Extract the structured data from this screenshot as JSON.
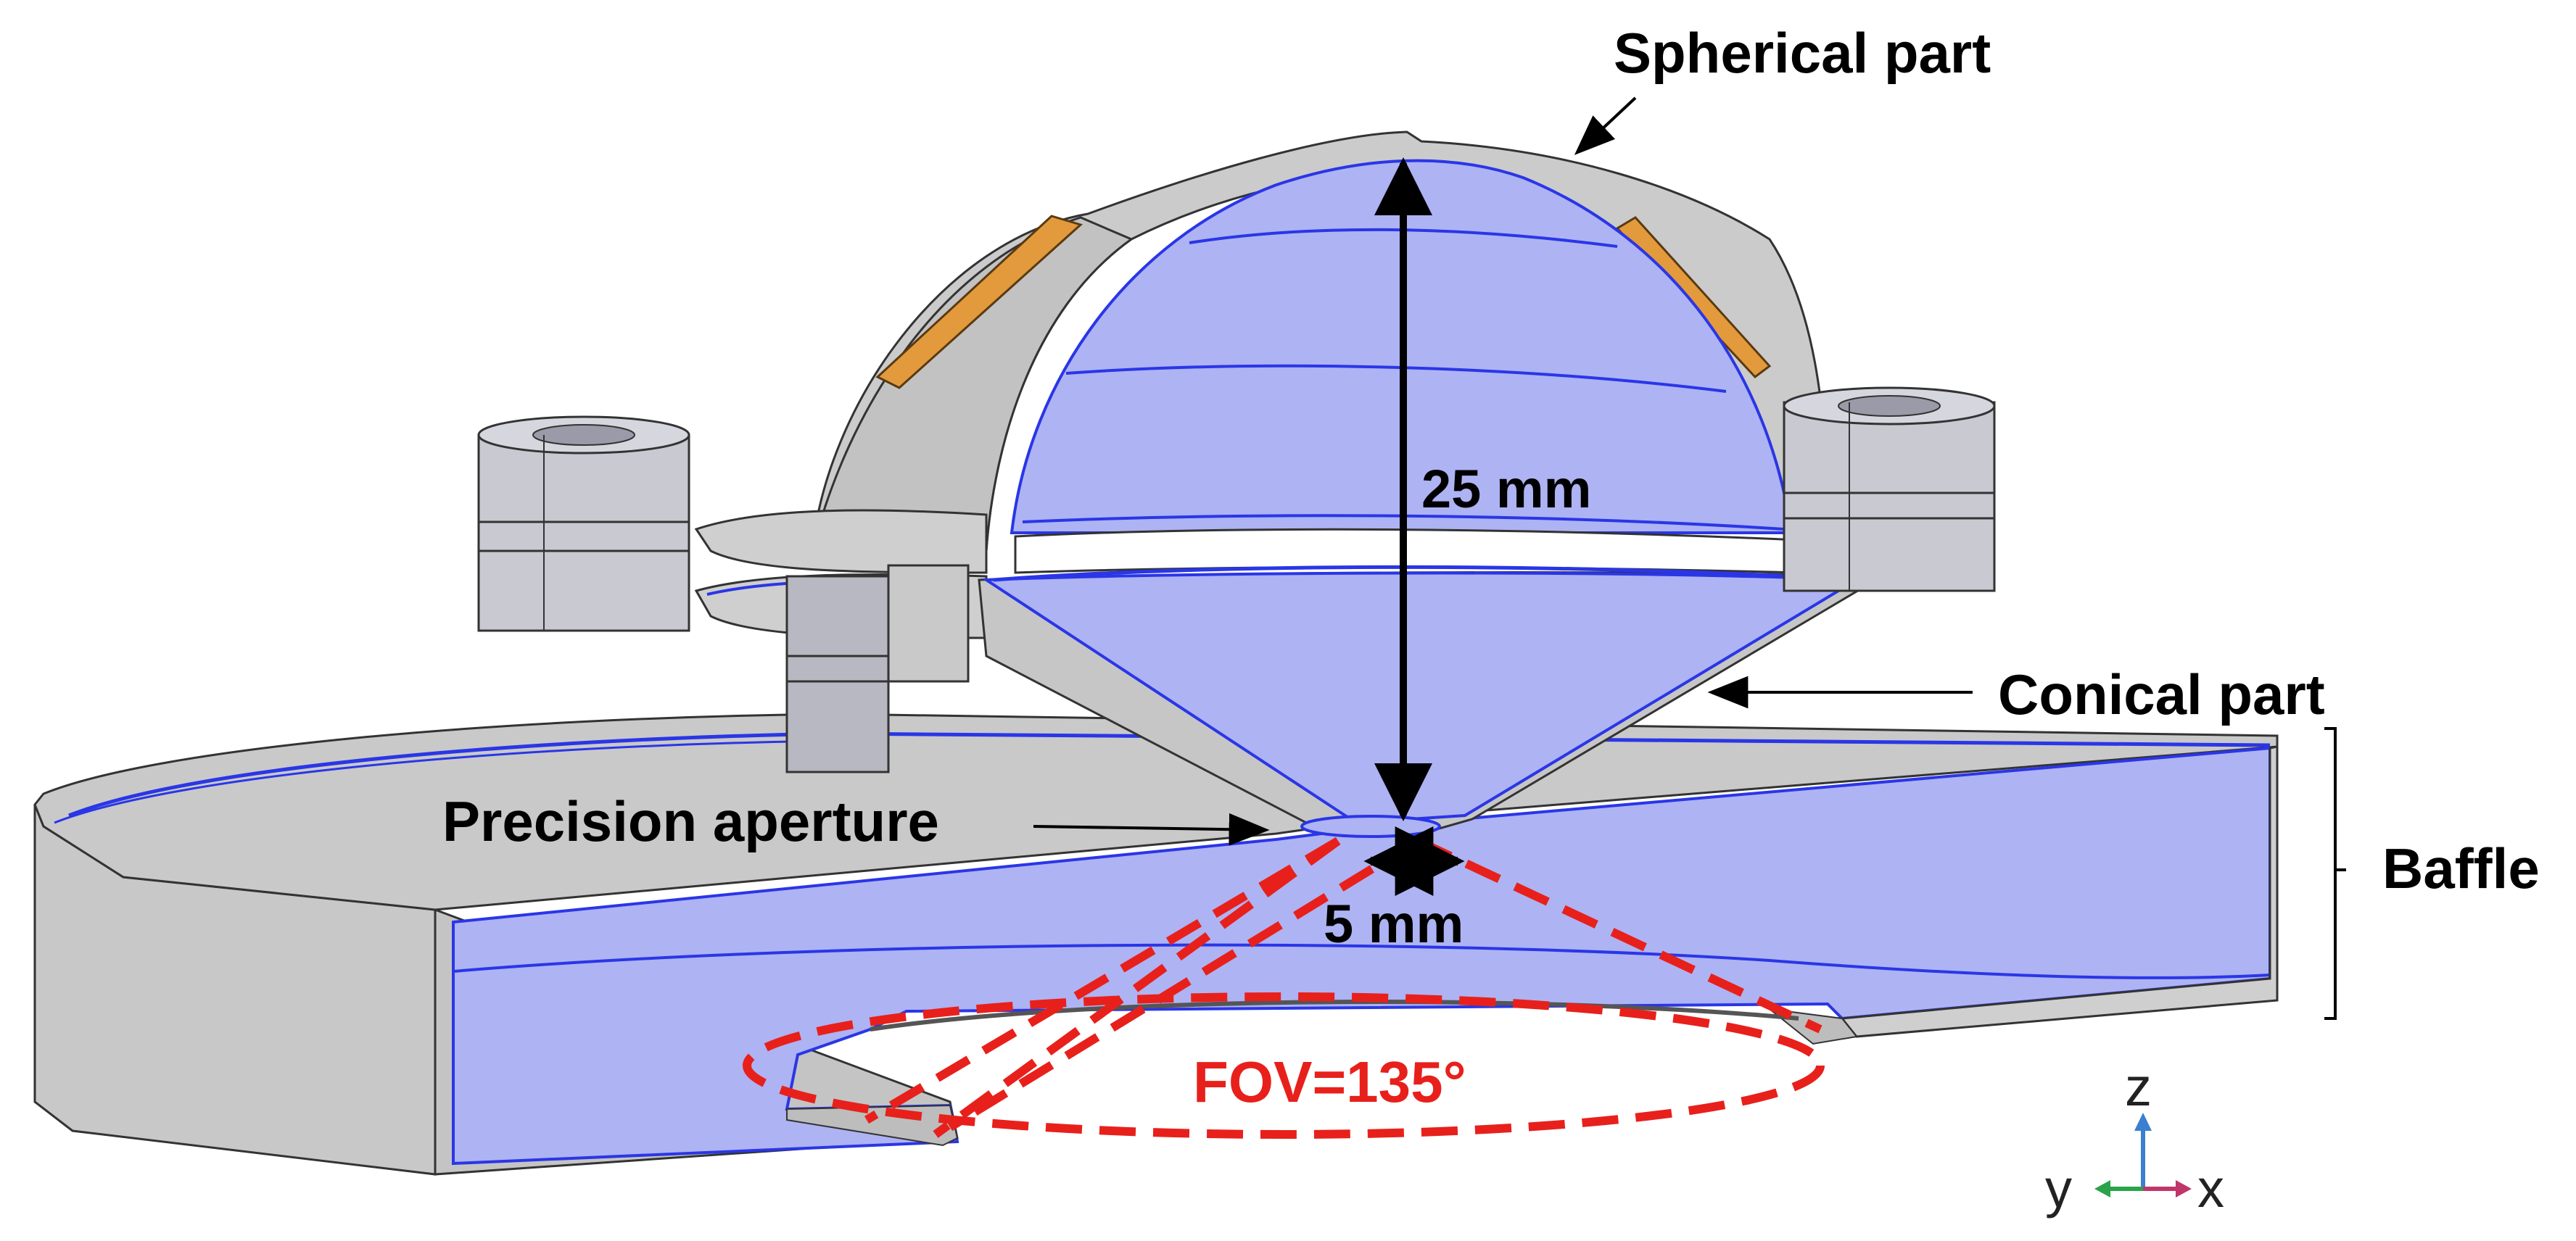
{
  "labels": {
    "spherical_part": "Spherical part",
    "conical_part": "Conical part",
    "baffle": "Baffle",
    "precision_aperture": "Precision aperture"
  },
  "dimensions": {
    "height": "25 mm",
    "aperture_diameter": "5 mm"
  },
  "fov_label": "FOV=135°",
  "axes": {
    "z": "z",
    "y": "y",
    "x": "x"
  },
  "colors": {
    "metal_face": "#c8c8c8",
    "metal_edge": "#d9d9d9",
    "inner_surface": "#aeb3f3",
    "blue_edge": "#2a36e6",
    "orange_strip": "#e39a3d",
    "fov_red": "#e8201b",
    "axis_z": "#3a7fd0",
    "axis_y": "#2aa34a",
    "axis_x": "#c0356b"
  }
}
